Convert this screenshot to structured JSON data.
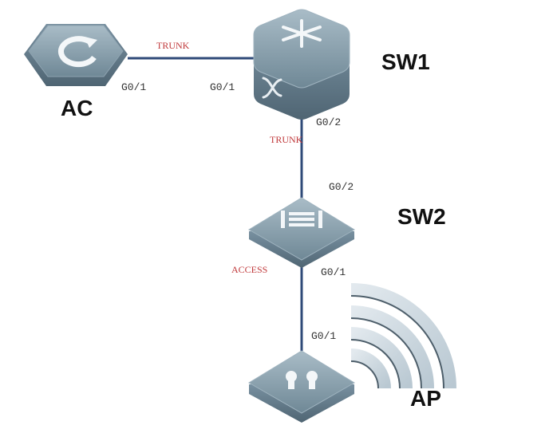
{
  "devices": {
    "ac": {
      "label": "AC",
      "icon": "wireless-controller-icon"
    },
    "sw1": {
      "label": "SW1",
      "icon": "core-switch-icon"
    },
    "sw2": {
      "label": "SW2",
      "icon": "access-switch-icon"
    },
    "ap": {
      "label": "AP",
      "icon": "access-point-icon"
    }
  },
  "links": [
    {
      "from": "AC",
      "to": "SW1",
      "mode": "TRUNK",
      "from_port": "G0/1",
      "to_port": "G0/1"
    },
    {
      "from": "SW1",
      "to": "SW2",
      "mode": "TRUNK",
      "from_port": "G0/2",
      "to_port": "G0/2"
    },
    {
      "from": "SW2",
      "to": "AP",
      "mode": "ACCESS",
      "from_port": "G0/1",
      "to_port": "G0/1"
    }
  ],
  "colors": {
    "link": "#2f4a78",
    "device_body": "#7f98a6",
    "device_dark": "#5a7180",
    "link_label": "#c0393b",
    "wifi_arc": "#c7d3dc"
  }
}
